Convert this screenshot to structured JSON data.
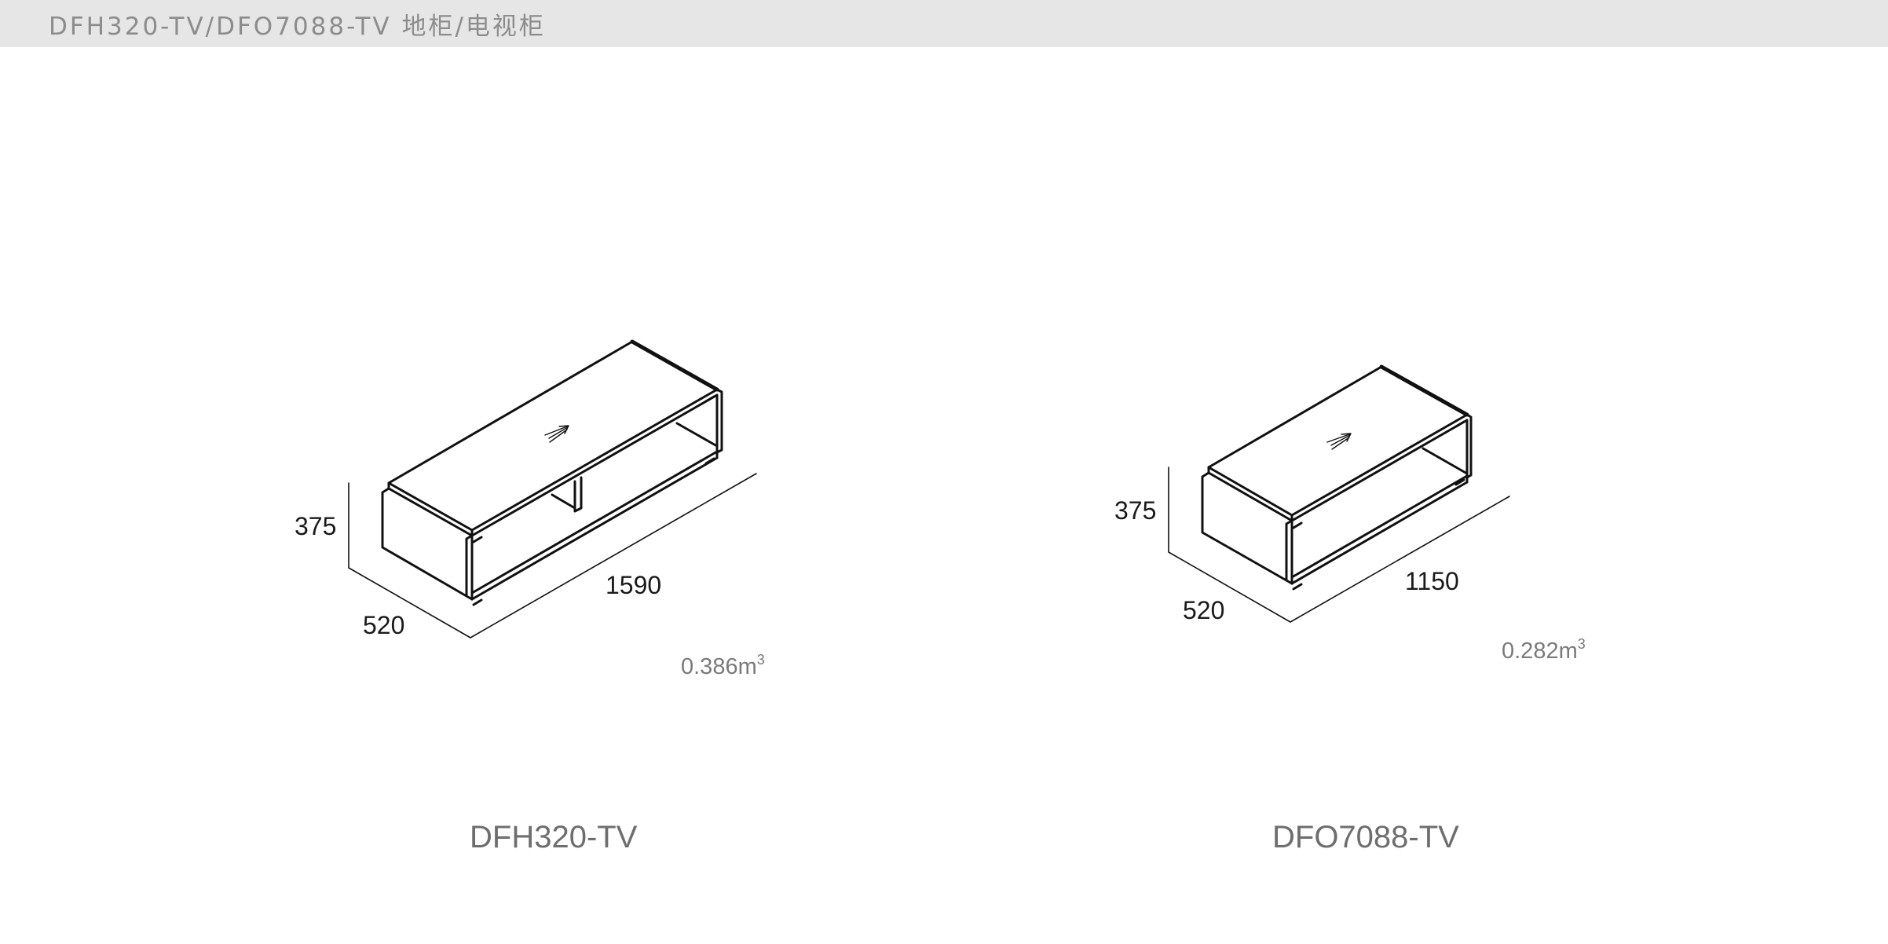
{
  "header": {
    "title": "DFH320-TV/DFO7088-TV 地柜/电视柜",
    "background": "#e6e6e6",
    "text_color": "#8c8c8c"
  },
  "products": [
    {
      "model": "DFH320-TV",
      "dimensions": {
        "height": "375",
        "depth": "520",
        "width": "1590"
      },
      "volume": "0.386m",
      "volume_exp": "3",
      "logo_icon": "brand-arrow-icon"
    },
    {
      "model": "DFO7088-TV",
      "dimensions": {
        "height": "375",
        "depth": "520",
        "width": "1150"
      },
      "volume": "0.282m",
      "volume_exp": "3",
      "logo_icon": "brand-arrow-icon"
    }
  ],
  "colors": {
    "line": "#111111",
    "dimension_text": "#1a1a1a",
    "volume_text": "#7a7a7a",
    "model_text": "#6e6e6e"
  }
}
